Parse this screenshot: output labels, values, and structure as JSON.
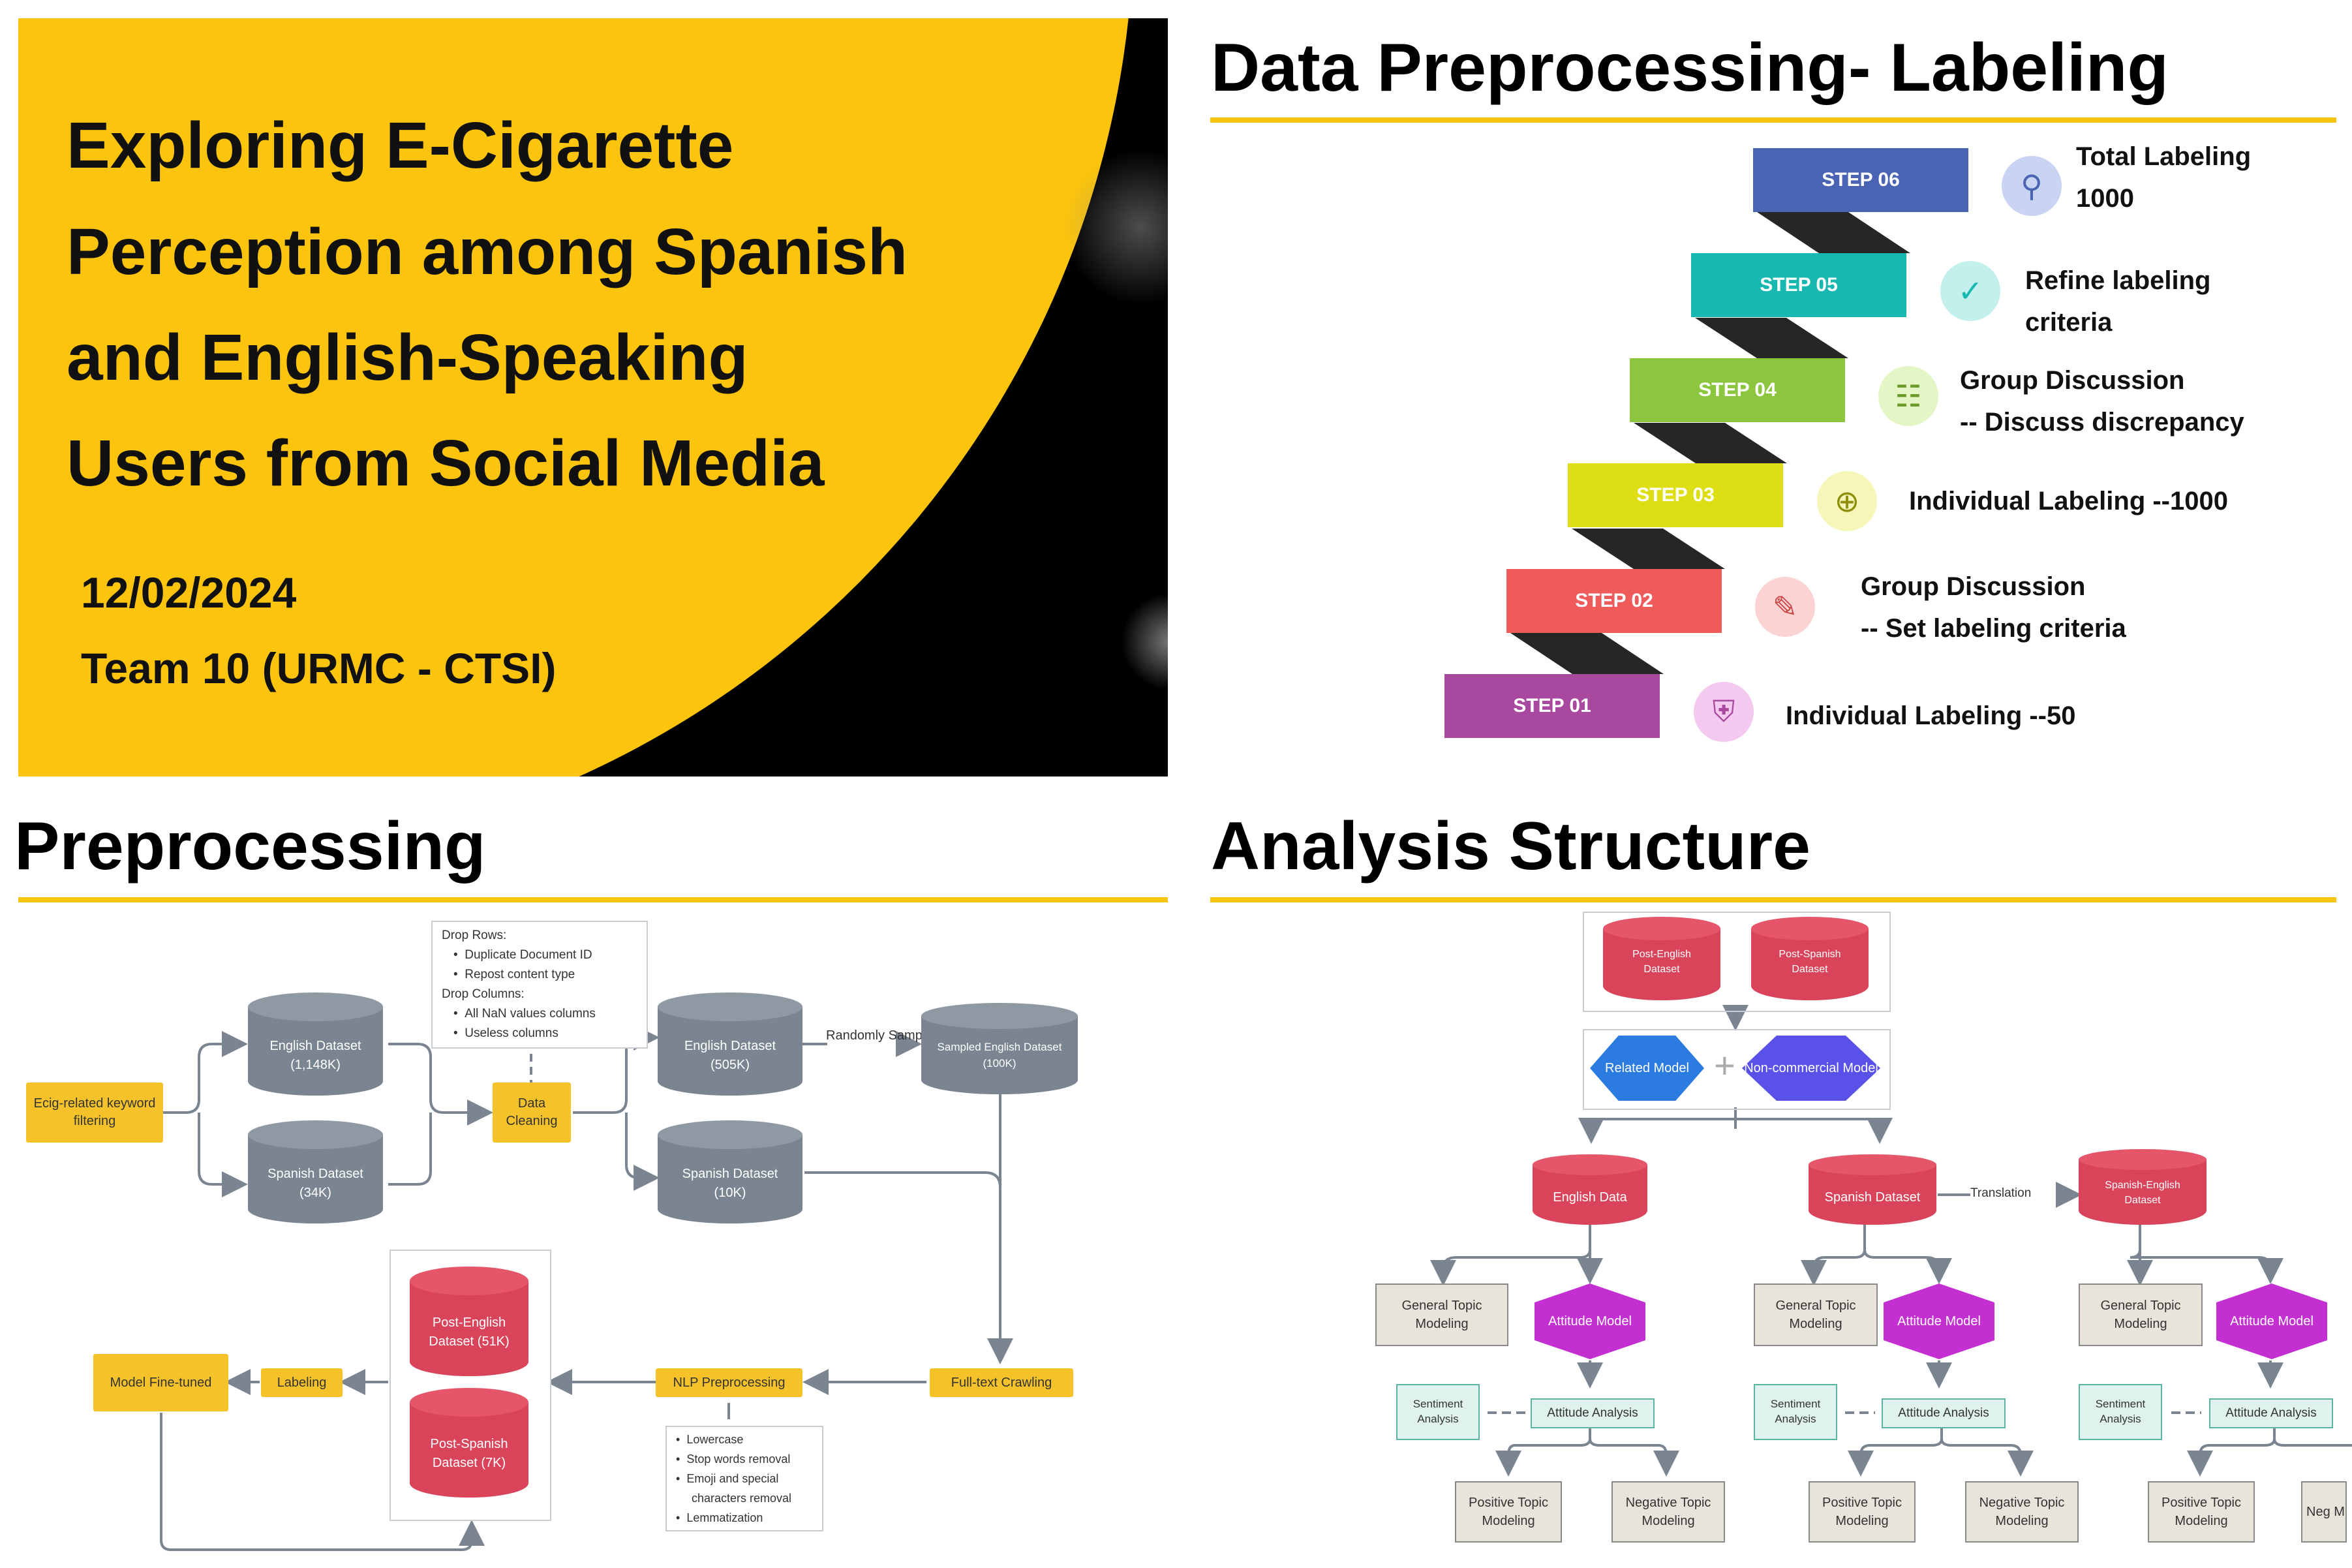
{
  "title_slide": {
    "title_lines": [
      "Exploring E-Cigarette",
      "Perception among Spanish",
      "and English-Speaking",
      "Users from Social Media"
    ],
    "date": "12/02/2024",
    "team": "Team 10 (URMC - CTSI)",
    "accent_color": "#fcc40c"
  },
  "labeling": {
    "heading": "Data Preprocessing- Labeling",
    "steps": [
      {
        "label": "STEP 06",
        "text_lines": [
          "Total Labeling",
          "1000"
        ],
        "color": "#4a64b3",
        "icon": "network-document-icon"
      },
      {
        "label": "STEP 05",
        "text_lines": [
          "Refine labeling",
          "criteria"
        ],
        "color": "#16b8b0",
        "icon": "document-check-icon"
      },
      {
        "label": "STEP 04",
        "text_lines": [
          "Group Discussion",
          "-- Discuss discrepancy"
        ],
        "color": "#8cc63f",
        "icon": "discussion-icon"
      },
      {
        "label": "STEP 03",
        "text_lines": [
          "Individual Labeling --1000"
        ],
        "color": "#dede15",
        "icon": "document-globe-icon"
      },
      {
        "label": "STEP 02",
        "text_lines": [
          "Group Discussion",
          "-- Set labeling criteria"
        ],
        "color": "#ef5b5b",
        "icon": "edit-document-icon"
      },
      {
        "label": "STEP 01",
        "text_lines": [
          "Individual Labeling --50"
        ],
        "color": "#a8489e",
        "icon": "document-shield-icon"
      }
    ]
  },
  "preprocessing": {
    "heading": "Preprocessing",
    "ecig_filter": "Ecig-related keyword filtering",
    "english_dataset": "English Dataset",
    "english_count": "(1,148K)",
    "spanish_dataset": "Spanish Dataset",
    "spanish_count": "(34K)",
    "data_cleaning": "Data Cleaning",
    "drop_rows_title": "Drop Rows:",
    "drop_rows": [
      "Duplicate Document ID",
      "Repost content type"
    ],
    "drop_columns_title": "Drop Columns:",
    "drop_columns": [
      "All NaN values columns",
      "Useless columns"
    ],
    "english_clean": "English Dataset",
    "english_clean_count": "(505K)",
    "spanish_clean": "Spanish Dataset",
    "spanish_clean_count": "(10K)",
    "randomly_sampled": "Randomly Sampled",
    "sampled_english": "Sampled English Dataset",
    "sampled_english_count": "(100K)",
    "full_text_crawling": "Full-text Crawling",
    "nlp_preprocessing": "NLP Preprocessing",
    "nlp_steps": [
      "Lowercase",
      "Stop words removal",
      "Emoji and special characters removal",
      "Lemmatization"
    ],
    "post_english": "Post-English Dataset (51K)",
    "post_spanish": "Post-Spanish Dataset (7K)",
    "labeling_node": "Labeling",
    "model_fine_tuned": "Model Fine-tuned"
  },
  "analysis": {
    "heading": "Analysis Structure",
    "post_english": "Post-English Dataset",
    "post_spanish": "Post-Spanish Dataset",
    "related_model": "Related Model",
    "noncommercial_model": "Non-commercial Model",
    "plus": "+",
    "english_data": "English Data",
    "spanish_dataset": "Spanish Dataset",
    "translation": "Translation",
    "spanish_english": "Spanish-English Dataset",
    "general_topic": "General Topic Modeling",
    "attitude_model": "Attitude Model",
    "sentiment_analysis": "Sentiment Analysis",
    "attitude_analysis": "Attitude Analysis",
    "positive_topic": "Positive Topic Modeling",
    "negative_topic": "Negative Topic Modeling",
    "negative_topic_clipped": "Neg M"
  }
}
